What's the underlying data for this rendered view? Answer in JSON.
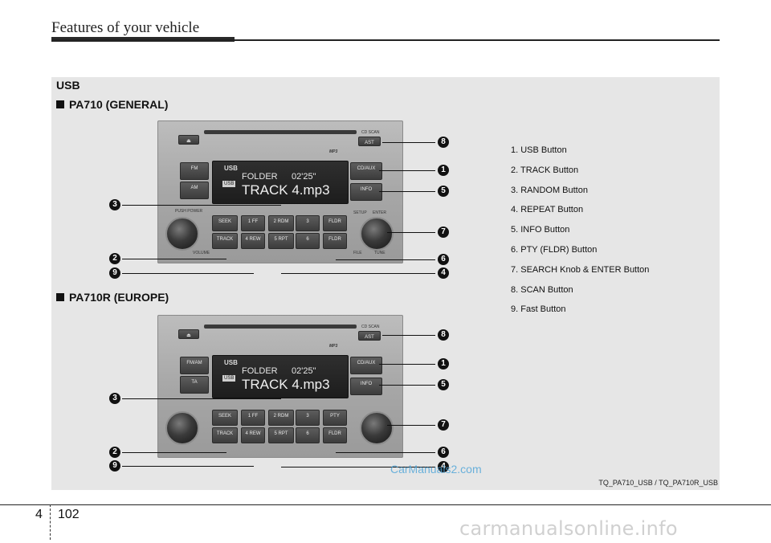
{
  "header": {
    "title": "Features of your vehicle"
  },
  "section": {
    "title": "USB"
  },
  "models": [
    {
      "title": "PA710 (GENERAL)",
      "lcd": {
        "source": "USB",
        "badge": "USB",
        "folder": "FOLDER",
        "time": "02'25\"",
        "track": "TRACK 4.mp3"
      },
      "buttons": {
        "eject": "⏏",
        "cd_scan": "CD SCAN",
        "ast": "AST",
        "mp3": "MP3",
        "fm": "FM",
        "am": "AM",
        "cd_aux": "CD/AUX",
        "info": "INFO",
        "seek": "SEEK",
        "track": "TRACK",
        "ff": "1 FF",
        "rew": "4 REW",
        "rdm": "2 RDM",
        "rpt": "5 RPT",
        "p3": "3",
        "p6": "6",
        "fldr_up": "FLDR",
        "fldr_down": "FLDR",
        "setup": "SETUP",
        "enter": "ENTER",
        "file": "FILE",
        "tune": "TUNE",
        "push_power": "PUSH POWER",
        "volume": "VOLUME"
      }
    },
    {
      "title": "PA710R (EUROPE)",
      "lcd": {
        "source": "USB",
        "badge": "USB",
        "folder": "FOLDER",
        "time": "02'25\"",
        "track": "TRACK 4.mp3"
      },
      "buttons": {
        "eject": "⏏",
        "cd_scan": "CD SCAN",
        "ast": "AST",
        "mp3": "MP3",
        "fm": "FM/AM",
        "am": "TA",
        "cd_aux": "CD/AUX",
        "info": "INFO",
        "seek": "SEEK",
        "track": "TRACK",
        "ff": "1 FF",
        "rew": "4 REW",
        "rdm": "2 RDM",
        "rpt": "5 RPT",
        "p3": "3",
        "p6": "6",
        "fldr_up": "PTY",
        "fldr_down": "FLDR"
      }
    }
  ],
  "callouts": [
    "1",
    "2",
    "3",
    "4",
    "5",
    "6",
    "7",
    "8",
    "9"
  ],
  "legend": [
    "1. USB Button",
    "2. TRACK Button",
    "3. RANDOM Button",
    "4. REPEAT Button",
    "5. INFO Button",
    "6. PTY (FLDR) Button",
    "7. SEARCH Knob & ENTER Button",
    "8. SCAN Button",
    "9. Fast Button"
  ],
  "caption": "TQ_PA710_USB / TQ_PA710R_USB",
  "watermark": "CarManuals2.com",
  "footer": {
    "chapter": "4",
    "page": "102",
    "site": "carmanualsonline.info"
  }
}
